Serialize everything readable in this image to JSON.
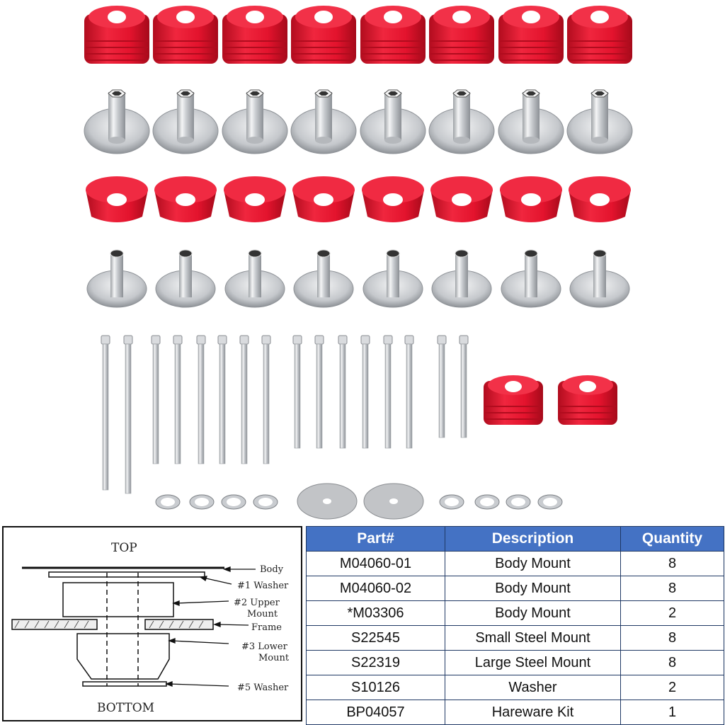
{
  "colors": {
    "poly_red": "#e3132d",
    "poly_red_dark": "#b10c1e",
    "steel": "#d6d8db",
    "table_header": "#4472c4",
    "table_border": "#1f3864"
  },
  "photo": {
    "rows": [
      {
        "kind": "tall-red-bushing",
        "count": 8
      },
      {
        "kind": "large-steel-sleeve",
        "count": 8
      },
      {
        "kind": "short-red-cone-bushing",
        "count": 8
      },
      {
        "kind": "small-steel-sleeve",
        "count": 8
      }
    ],
    "bolts": {
      "count": 16
    },
    "extra_bushings": {
      "count": 2
    },
    "small_washers": {
      "count": 8
    },
    "large_washers": {
      "count": 2
    }
  },
  "diagram": {
    "top": "TOP",
    "bottom": "BOTTOM",
    "labels": {
      "body": "Body",
      "washer1": "#1 Washer",
      "upper_1": "#2 Upper",
      "upper_2": "Mount",
      "frame": "Frame",
      "lower_1": "#3 Lower",
      "lower_2": "Mount",
      "washer5": "#5 Washer"
    }
  },
  "table": {
    "headers": [
      "Part#",
      "Description",
      "Quantity"
    ],
    "rows": [
      [
        "M04060-01",
        "Body Mount",
        "8"
      ],
      [
        "M04060-02",
        "Body Mount",
        "8"
      ],
      [
        "*M03306",
        "Body Mount",
        "2"
      ],
      [
        "S22545",
        "Small Steel Mount",
        "8"
      ],
      [
        "S22319",
        "Large Steel Mount",
        "8"
      ],
      [
        "S10126",
        "Washer",
        "2"
      ],
      [
        "BP04057",
        "Hareware Kit",
        "1"
      ]
    ]
  }
}
